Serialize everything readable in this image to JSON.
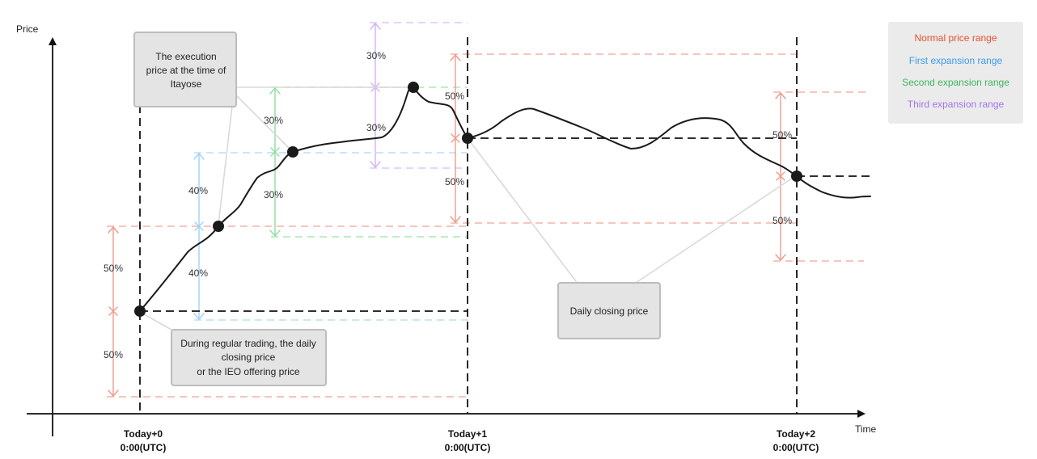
{
  "axes": {
    "y_label": "Price",
    "x_label": "Time",
    "ticks": [
      {
        "day": "Today+0",
        "time": "0:00(UTC)"
      },
      {
        "day": "Today+1",
        "time": "0:00(UTC)"
      },
      {
        "day": "Today+2",
        "time": "0:00(UTC)"
      }
    ]
  },
  "callouts": {
    "itayose": {
      "line1": "The execution",
      "line2": "price at the time of",
      "line3": "Itayose"
    },
    "regular": {
      "line1": "During regular trading, the daily",
      "line2": "closing price",
      "line3": "or the IEO offering price"
    },
    "daily_closing": {
      "text": "Daily closing price"
    }
  },
  "percent_labels": {
    "d0_up": "50%",
    "d0_down": "50%",
    "first_up": "40%",
    "first_down": "40%",
    "second_up": "30%",
    "second_down": "30%",
    "third_up": "30%",
    "third_down": "30%",
    "d1_up": "50%",
    "d1_down": "50%",
    "d2_up": "50%",
    "d2_down": "50%"
  },
  "legend": {
    "normal": "Normal price range",
    "first": "First expansion range",
    "second": "Second expansion range",
    "third": "Third expansion range"
  },
  "colors": {
    "normal": "#f0998a",
    "first": "#9fd2f5",
    "second": "#8edf9e",
    "third": "#d3b2f7",
    "normal_text": "#e8502f",
    "first_text": "#3d9be9",
    "second_text": "#3cb55b",
    "third_text": "#a374ec",
    "leader": "#d9d9d9",
    "box_fill": "#e4e4e4",
    "box_stroke": "#bdbdbd"
  }
}
